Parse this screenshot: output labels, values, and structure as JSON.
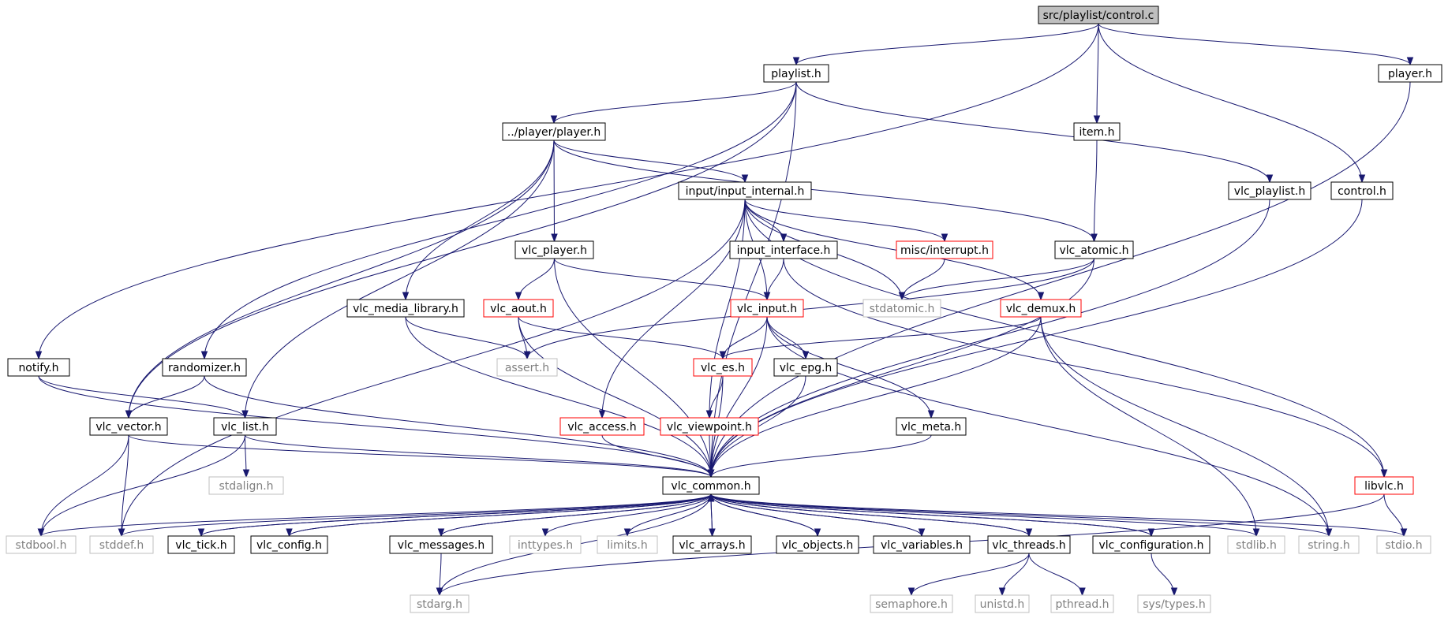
{
  "diagram": {
    "colors": {
      "edge": "#191970",
      "normal_border": "#000000",
      "missing_border": "#bfbfbf",
      "missing_text": "#808080",
      "incomplete_border": "#ff0000",
      "root_fill": "#bfbfbf"
    },
    "nodes": [
      {
        "id": "control_c",
        "label": "src/playlist/control.c",
        "style": "root"
      },
      {
        "id": "playlist_h",
        "label": "playlist.h",
        "style": "normal"
      },
      {
        "id": "player_h",
        "label": "player.h",
        "style": "normal"
      },
      {
        "id": "item_h",
        "label": "item.h",
        "style": "normal"
      },
      {
        "id": "player_player_h",
        "label": "../player/player.h",
        "style": "normal"
      },
      {
        "id": "input_internal_h",
        "label": "input/input_internal.h",
        "style": "normal"
      },
      {
        "id": "vlc_playlist_h",
        "label": "vlc_playlist.h",
        "style": "normal"
      },
      {
        "id": "control_h",
        "label": "control.h",
        "style": "normal"
      },
      {
        "id": "vlc_player_h",
        "label": "vlc_player.h",
        "style": "normal"
      },
      {
        "id": "input_interface_h",
        "label": "input_interface.h",
        "style": "normal"
      },
      {
        "id": "misc_interrupt_h",
        "label": "misc/interrupt.h",
        "style": "incomplete"
      },
      {
        "id": "vlc_atomic_h",
        "label": "vlc_atomic.h",
        "style": "normal"
      },
      {
        "id": "vlc_media_library_h",
        "label": "vlc_media_library.h",
        "style": "normal"
      },
      {
        "id": "vlc_aout_h",
        "label": "vlc_aout.h",
        "style": "incomplete"
      },
      {
        "id": "vlc_input_h",
        "label": "vlc_input.h",
        "style": "incomplete"
      },
      {
        "id": "stdatomic_h",
        "label": "stdatomic.h",
        "style": "missing"
      },
      {
        "id": "vlc_demux_h",
        "label": "vlc_demux.h",
        "style": "incomplete"
      },
      {
        "id": "notify_h",
        "label": "notify.h",
        "style": "normal"
      },
      {
        "id": "randomizer_h",
        "label": "randomizer.h",
        "style": "normal"
      },
      {
        "id": "assert_h",
        "label": "assert.h",
        "style": "missing"
      },
      {
        "id": "vlc_es_h",
        "label": "vlc_es.h",
        "style": "incomplete"
      },
      {
        "id": "vlc_epg_h",
        "label": "vlc_epg.h",
        "style": "normal"
      },
      {
        "id": "vlc_vector_h",
        "label": "vlc_vector.h",
        "style": "normal"
      },
      {
        "id": "vlc_list_h",
        "label": "vlc_list.h",
        "style": "normal"
      },
      {
        "id": "vlc_access_h",
        "label": "vlc_access.h",
        "style": "incomplete"
      },
      {
        "id": "vlc_viewpoint_h",
        "label": "vlc_viewpoint.h",
        "style": "incomplete"
      },
      {
        "id": "vlc_meta_h",
        "label": "vlc_meta.h",
        "style": "normal"
      },
      {
        "id": "vlc_common_h",
        "label": "vlc_common.h",
        "style": "normal"
      },
      {
        "id": "libvlc_h",
        "label": "libvlc.h",
        "style": "incomplete"
      },
      {
        "id": "stdalign_h",
        "label": "stdalign.h",
        "style": "missing"
      },
      {
        "id": "stdbool_h",
        "label": "stdbool.h",
        "style": "missing"
      },
      {
        "id": "stddef_h",
        "label": "stddef.h",
        "style": "missing"
      },
      {
        "id": "vlc_tick_h",
        "label": "vlc_tick.h",
        "style": "normal"
      },
      {
        "id": "vlc_config_h",
        "label": "vlc_config.h",
        "style": "normal"
      },
      {
        "id": "vlc_messages_h",
        "label": "vlc_messages.h",
        "style": "normal"
      },
      {
        "id": "inttypes_h",
        "label": "inttypes.h",
        "style": "missing"
      },
      {
        "id": "limits_h",
        "label": "limits.h",
        "style": "missing"
      },
      {
        "id": "vlc_arrays_h",
        "label": "vlc_arrays.h",
        "style": "normal"
      },
      {
        "id": "vlc_objects_h",
        "label": "vlc_objects.h",
        "style": "normal"
      },
      {
        "id": "vlc_variables_h",
        "label": "vlc_variables.h",
        "style": "normal"
      },
      {
        "id": "vlc_threads_h",
        "label": "vlc_threads.h",
        "style": "normal"
      },
      {
        "id": "vlc_configuration_h",
        "label": "vlc_configuration.h",
        "style": "normal"
      },
      {
        "id": "stdlib_h",
        "label": "stdlib.h",
        "style": "missing"
      },
      {
        "id": "string_h",
        "label": "string.h",
        "style": "missing"
      },
      {
        "id": "stdio_h",
        "label": "stdio.h",
        "style": "missing"
      },
      {
        "id": "stdarg_h",
        "label": "stdarg.h",
        "style": "missing"
      },
      {
        "id": "semaphore_h",
        "label": "semaphore.h",
        "style": "missing"
      },
      {
        "id": "unistd_h",
        "label": "unistd.h",
        "style": "missing"
      },
      {
        "id": "pthread_h",
        "label": "pthread.h",
        "style": "missing"
      },
      {
        "id": "sys_types_h",
        "label": "sys/types.h",
        "style": "missing"
      }
    ],
    "edges": [
      [
        "control_c",
        "playlist_h"
      ],
      [
        "control_c",
        "player_h"
      ],
      [
        "control_c",
        "item_h"
      ],
      [
        "control_c",
        "control_h"
      ],
      [
        "control_c",
        "notify_h"
      ],
      [
        "playlist_h",
        "player_player_h"
      ],
      [
        "playlist_h",
        "vlc_playlist_h"
      ],
      [
        "playlist_h",
        "randomizer_h"
      ],
      [
        "playlist_h",
        "vlc_vector_h"
      ],
      [
        "playlist_h",
        "vlc_common_h"
      ],
      [
        "player_player_h",
        "input_internal_h"
      ],
      [
        "player_player_h",
        "vlc_player_h"
      ],
      [
        "player_player_h",
        "vlc_media_library_h"
      ],
      [
        "player_player_h",
        "vlc_atomic_h"
      ],
      [
        "player_player_h",
        "vlc_vector_h"
      ],
      [
        "player_player_h",
        "vlc_list_h"
      ],
      [
        "input_internal_h",
        "input_interface_h"
      ],
      [
        "input_internal_h",
        "misc_interrupt_h"
      ],
      [
        "input_internal_h",
        "vlc_input_h"
      ],
      [
        "input_internal_h",
        "vlc_demux_h"
      ],
      [
        "input_internal_h",
        "stdatomic_h"
      ],
      [
        "input_internal_h",
        "vlc_access_h"
      ],
      [
        "input_internal_h",
        "vlc_viewpoint_h"
      ],
      [
        "input_internal_h",
        "stddef_h"
      ],
      [
        "input_internal_h",
        "libvlc_h"
      ],
      [
        "vlc_player_h",
        "vlc_aout_h"
      ],
      [
        "vlc_player_h",
        "vlc_input_h"
      ],
      [
        "vlc_player_h",
        "vlc_common_h"
      ],
      [
        "input_interface_h",
        "vlc_input_h"
      ],
      [
        "input_interface_h",
        "libvlc_h"
      ],
      [
        "misc_interrupt_h",
        "stdatomic_h"
      ],
      [
        "vlc_atomic_h",
        "stdatomic_h"
      ],
      [
        "vlc_atomic_h",
        "assert_h"
      ],
      [
        "vlc_atomic_h",
        "vlc_common_h"
      ],
      [
        "item_h",
        "vlc_atomic_h"
      ],
      [
        "vlc_media_library_h",
        "assert_h"
      ],
      [
        "vlc_media_library_h",
        "vlc_common_h"
      ],
      [
        "vlc_aout_h",
        "assert_h"
      ],
      [
        "vlc_aout_h",
        "vlc_es_h"
      ],
      [
        "vlc_aout_h",
        "vlc_common_h"
      ],
      [
        "vlc_input_h",
        "vlc_es_h"
      ],
      [
        "vlc_input_h",
        "vlc_epg_h"
      ],
      [
        "vlc_input_h",
        "vlc_meta_h"
      ],
      [
        "vlc_input_h",
        "vlc_common_h"
      ],
      [
        "vlc_input_h",
        "string_h"
      ],
      [
        "vlc_demux_h",
        "vlc_es_h"
      ],
      [
        "vlc_demux_h",
        "vlc_common_h"
      ],
      [
        "vlc_demux_h",
        "stdlib_h"
      ],
      [
        "vlc_demux_h",
        "string_h"
      ],
      [
        "vlc_es_h",
        "vlc_viewpoint_h"
      ],
      [
        "vlc_es_h",
        "vlc_common_h"
      ],
      [
        "vlc_epg_h",
        "vlc_common_h"
      ],
      [
        "vlc_access_h",
        "vlc_common_h"
      ],
      [
        "vlc_viewpoint_h",
        "vlc_common_h"
      ],
      [
        "vlc_meta_h",
        "vlc_common_h"
      ],
      [
        "vlc_playlist_h",
        "vlc_common_h"
      ],
      [
        "control_h",
        "vlc_common_h"
      ],
      [
        "player_h",
        "vlc_common_h"
      ],
      [
        "notify_h",
        "vlc_list_h"
      ],
      [
        "notify_h",
        "vlc_common_h"
      ],
      [
        "randomizer_h",
        "vlc_vector_h"
      ],
      [
        "randomizer_h",
        "vlc_common_h"
      ],
      [
        "vlc_vector_h",
        "stdbool_h"
      ],
      [
        "vlc_vector_h",
        "stddef_h"
      ],
      [
        "vlc_vector_h",
        "vlc_common_h"
      ],
      [
        "vlc_list_h",
        "stdalign_h"
      ],
      [
        "vlc_list_h",
        "stdbool_h"
      ],
      [
        "vlc_list_h",
        "vlc_common_h"
      ],
      [
        "libvlc_h",
        "stdio_h"
      ],
      [
        "libvlc_h",
        "stdarg_h"
      ],
      [
        "vlc_common_h",
        "stdbool_h"
      ],
      [
        "vlc_common_h",
        "stddef_h"
      ],
      [
        "vlc_common_h",
        "vlc_tick_h"
      ],
      [
        "vlc_common_h",
        "vlc_config_h"
      ],
      [
        "vlc_common_h",
        "vlc_messages_h"
      ],
      [
        "vlc_common_h",
        "inttypes_h"
      ],
      [
        "vlc_common_h",
        "limits_h"
      ],
      [
        "vlc_common_h",
        "vlc_arrays_h"
      ],
      [
        "vlc_common_h",
        "vlc_objects_h"
      ],
      [
        "vlc_common_h",
        "vlc_variables_h"
      ],
      [
        "vlc_common_h",
        "vlc_threads_h"
      ],
      [
        "vlc_common_h",
        "vlc_configuration_h"
      ],
      [
        "vlc_common_h",
        "stdlib_h"
      ],
      [
        "vlc_common_h",
        "string_h"
      ],
      [
        "vlc_common_h",
        "stdio_h"
      ],
      [
        "vlc_common_h",
        "stdarg_h"
      ],
      [
        "vlc_tick_h",
        "vlc_common_h"
      ],
      [
        "vlc_config_h",
        "vlc_common_h"
      ],
      [
        "vlc_messages_h",
        "vlc_common_h"
      ],
      [
        "vlc_messages_h",
        "stdarg_h"
      ],
      [
        "vlc_arrays_h",
        "vlc_common_h"
      ],
      [
        "vlc_objects_h",
        "vlc_common_h"
      ],
      [
        "vlc_variables_h",
        "vlc_common_h"
      ],
      [
        "vlc_threads_h",
        "vlc_common_h"
      ],
      [
        "vlc_threads_h",
        "semaphore_h"
      ],
      [
        "vlc_threads_h",
        "unistd_h"
      ],
      [
        "vlc_threads_h",
        "pthread_h"
      ],
      [
        "vlc_configuration_h",
        "vlc_common_h"
      ],
      [
        "vlc_configuration_h",
        "sys_types_h"
      ]
    ]
  }
}
